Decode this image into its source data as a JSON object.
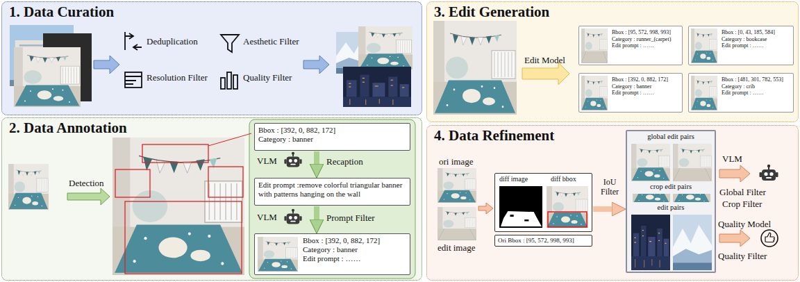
{
  "diagram": {
    "nodes": [
      {
        "text": [
          "1. Data Curation"
        ]
      },
      {
        "text": [
          "2. Data Annotation"
        ]
      },
      {
        "text": [
          "3. Edit Generation"
        ]
      },
      {
        "text": [
          "4. Data Refinement"
        ]
      },
      {
        "text": [
          "Bbox : [392, 0, 882, 172]",
          "Category : banner"
        ],
        "in": 1
      },
      {
        "text": [
          "Edit prompt :remove colorful triangular banner with patterns hanging on the wall"
        ],
        "in": 1
      },
      {
        "text": [
          "Bbox : [392, 0, 882, 172]",
          "Category : banner",
          "Edit prompt : ……"
        ],
        "in": 1
      },
      {
        "text": [
          "Bbox : [95, 572, 998, 993]",
          "Category : runner_(carpet)",
          "Edit prompt : ……"
        ],
        "in": 2
      },
      {
        "text": [
          "Bbox : [0, 43, 185, 584]",
          "Category : bookcase",
          "Edit prompt : ……"
        ],
        "in": 2
      },
      {
        "text": [
          "Bbox : [392, 0, 882, 172]",
          "Category : banner",
          "Edit prompt : ……"
        ],
        "in": 2
      },
      {
        "text": [
          "Bbox : [481, 301, 782, 553]",
          "Category : crib",
          "Edit prompt : ……"
        ],
        "in": 2
      },
      {
        "text": [
          "diff image",
          "diff bbox"
        ],
        "in": 3
      },
      {
        "text": [
          "Ori Bbox : [95, 572, 998, 993]"
        ],
        "in": 3
      },
      {
        "text": [
          "global edit pairs",
          "crop edit pairs",
          "edit pairs"
        ],
        "in": 3
      }
    ],
    "edges": [
      {
        "from": 4,
        "to": 5,
        "arrow": "to",
        "label": "Recaption"
      },
      {
        "from": 5,
        "to": 6,
        "arrow": "to",
        "label": "Prompt Filter"
      },
      {
        "from": 11,
        "to": 13,
        "arrow": "to",
        "label": "IoU Filter"
      }
    ],
    "labels": [
      "Deduplication",
      "Aesthetic Filter",
      "Resolution Filter",
      "Quality Filter",
      "Detection",
      "VLM",
      "VLM",
      "Edit Model",
      "ori image",
      "edit image",
      "VLM",
      "Global Filter",
      "Crop Filter",
      "Quality Model",
      "Quality Filter"
    ]
  }
}
